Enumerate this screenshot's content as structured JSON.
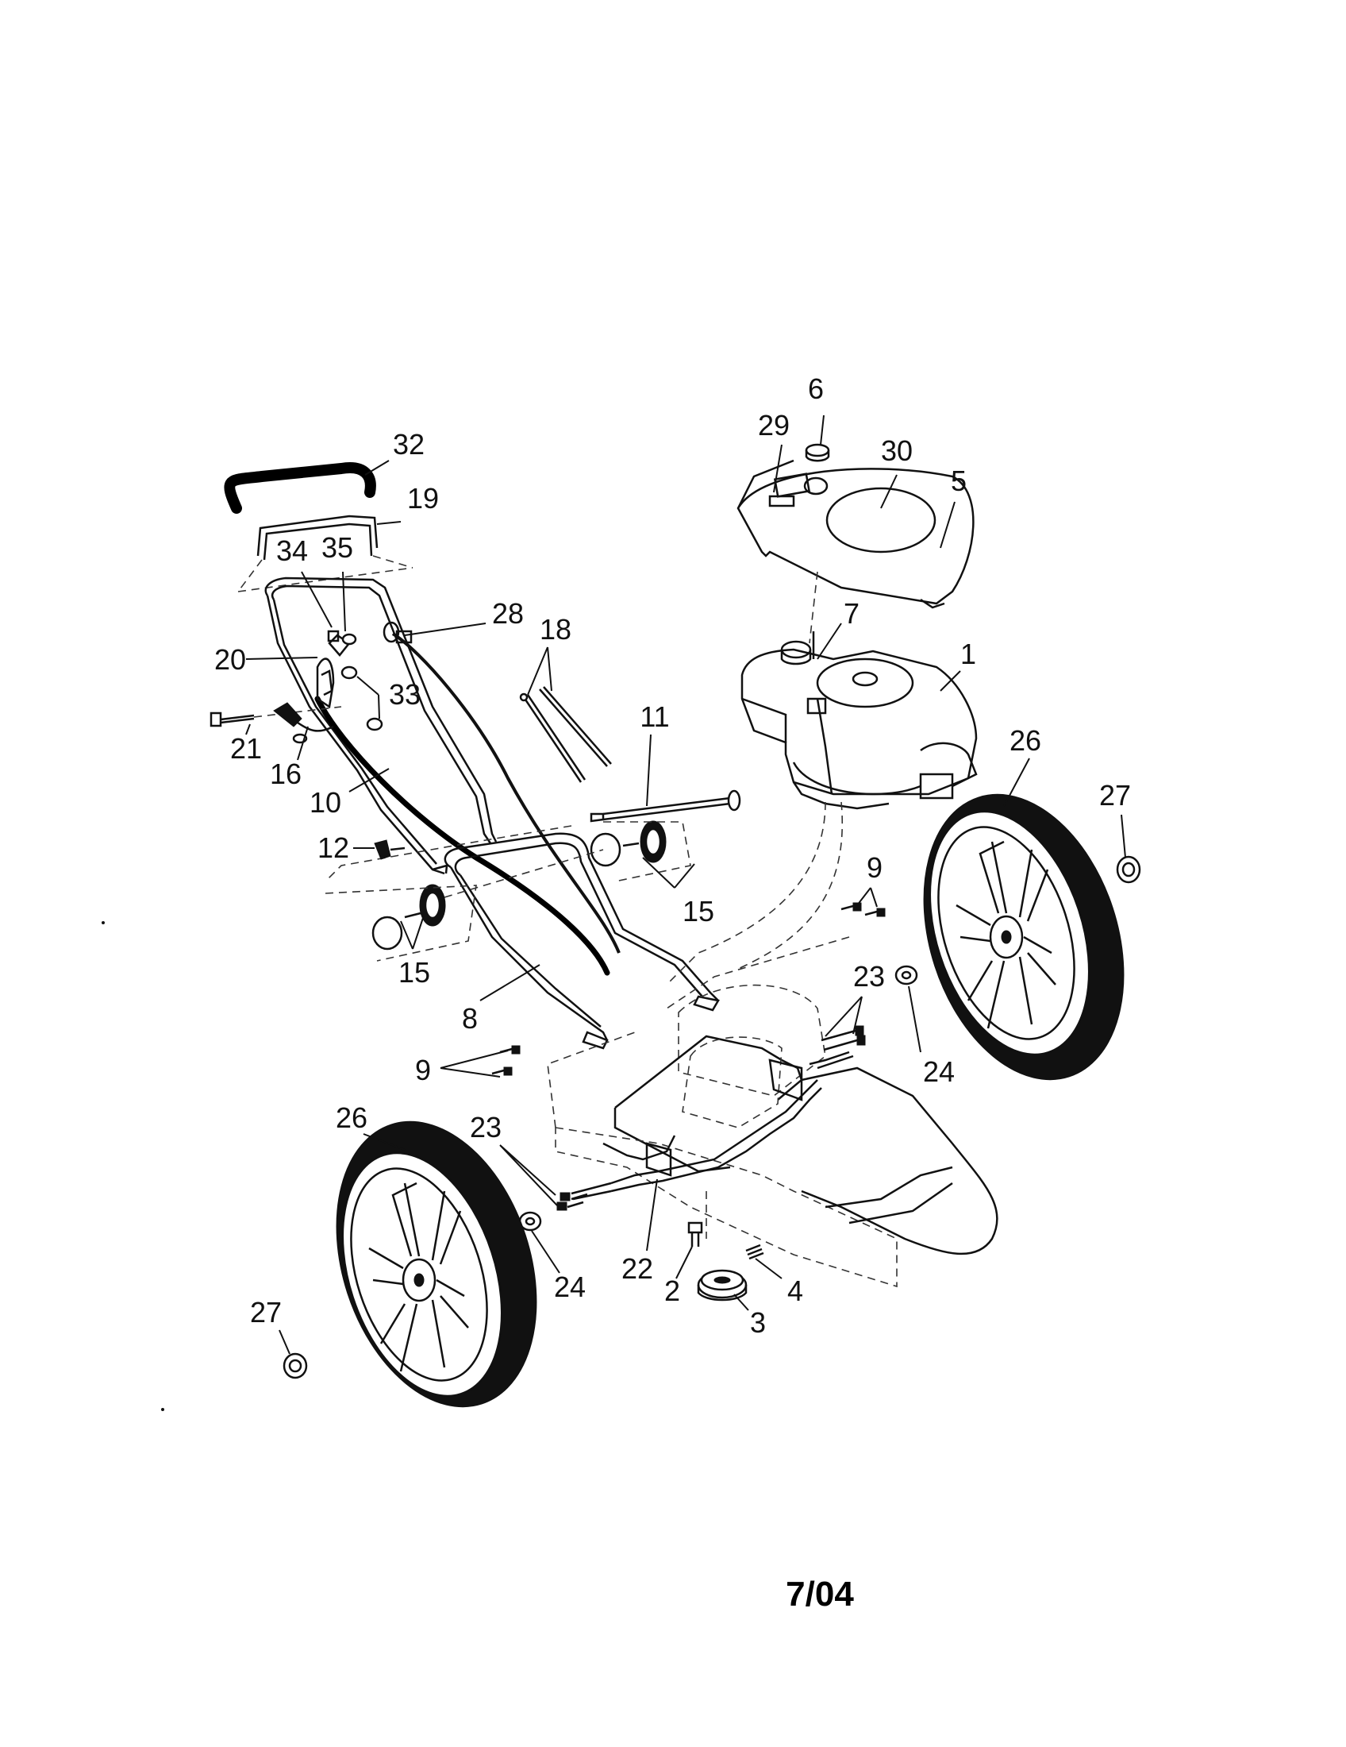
{
  "title": "",
  "date_code": "7/04",
  "callouts": [
    {
      "id": "c6",
      "text": "6"
    },
    {
      "id": "c29",
      "text": "29"
    },
    {
      "id": "c30",
      "text": "30"
    },
    {
      "id": "c5",
      "text": "5"
    },
    {
      "id": "c32",
      "text": "32"
    },
    {
      "id": "c19",
      "text": "19"
    },
    {
      "id": "c34",
      "text": "34"
    },
    {
      "id": "c35",
      "text": "35"
    },
    {
      "id": "c28",
      "text": "28"
    },
    {
      "id": "c18",
      "text": "18"
    },
    {
      "id": "c7",
      "text": "7"
    },
    {
      "id": "c1",
      "text": "1"
    },
    {
      "id": "c20",
      "text": "20"
    },
    {
      "id": "c33",
      "text": "33"
    },
    {
      "id": "c21",
      "text": "21"
    },
    {
      "id": "c11",
      "text": "11"
    },
    {
      "id": "c26a",
      "text": "26"
    },
    {
      "id": "c27a",
      "text": "27"
    },
    {
      "id": "c16",
      "text": "16"
    },
    {
      "id": "c10",
      "text": "10"
    },
    {
      "id": "c12",
      "text": "12"
    },
    {
      "id": "c15a",
      "text": "15"
    },
    {
      "id": "c9a",
      "text": "9"
    },
    {
      "id": "c15b",
      "text": "15"
    },
    {
      "id": "c23a",
      "text": "23"
    },
    {
      "id": "c8",
      "text": "8"
    },
    {
      "id": "c24a",
      "text": "24"
    },
    {
      "id": "c9b",
      "text": "9"
    },
    {
      "id": "c26b",
      "text": "26"
    },
    {
      "id": "c23b",
      "text": "23"
    },
    {
      "id": "c24b",
      "text": "24"
    },
    {
      "id": "c22",
      "text": "22"
    },
    {
      "id": "c2",
      "text": "2"
    },
    {
      "id": "c4",
      "text": "4"
    },
    {
      "id": "c3",
      "text": "3"
    },
    {
      "id": "c27b",
      "text": "27"
    }
  ]
}
